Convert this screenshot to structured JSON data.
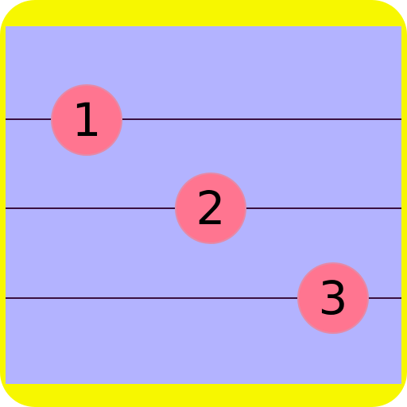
{
  "colors": {
    "frame": "#f7f700",
    "panel": "#b3b3ff",
    "string": "#3a1040",
    "dot": "#ff7590",
    "dot_text": "#000000"
  },
  "icon": {
    "name": "guitar-tab-icon"
  },
  "markers": [
    {
      "label": "1",
      "string": 1
    },
    {
      "label": "2",
      "string": 2
    },
    {
      "label": "3",
      "string": 3
    }
  ]
}
